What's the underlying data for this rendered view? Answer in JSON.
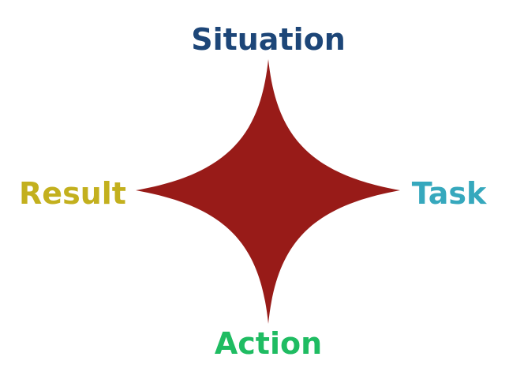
{
  "diagram": {
    "labels": {
      "top": "Situation",
      "right": "Task",
      "bottom": "Action",
      "left": "Result"
    },
    "colors": {
      "star": "#981b18",
      "top": "#1d4678",
      "right": "#36a8bd",
      "bottom": "#1fbc62",
      "left": "#c3b01e",
      "background": "#ffffff"
    }
  }
}
